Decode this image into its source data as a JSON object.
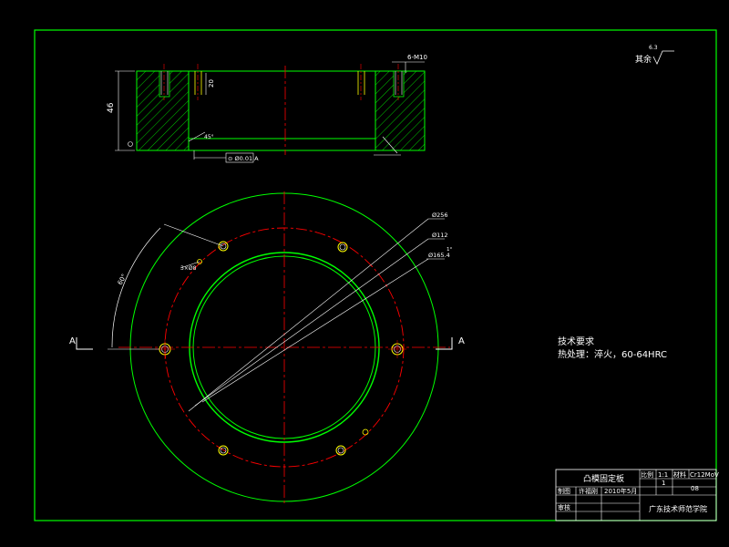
{
  "colors": {
    "background": "#000000",
    "frame": "#00ff00",
    "outline": "#00ff00",
    "centerline": "#ff0000",
    "dimension": "#ffffff",
    "hole": "#ffff00",
    "hatch": "#00ff00"
  },
  "roughness": {
    "value": "6.3",
    "label": "其余"
  },
  "section_labels": {
    "left": "A",
    "right": "A"
  },
  "section_dims": {
    "thread_top": "6-M10",
    "height": "46",
    "depth": "20",
    "tolerance": "⊙ Ø0.01 A",
    "chamfer": "45°"
  },
  "plan_dims": {
    "d_outer": "Ø256",
    "d_mid": "Ø112",
    "bore": "Ø165.4",
    "hole_callout": "3×Ø8",
    "angle_arc": "60°",
    "small_angle": "1°"
  },
  "tech_notes": {
    "title": "技术要求",
    "line1": "热处理：淬火，60-64HRC"
  },
  "title_block": {
    "part_name": "凸模固定板",
    "scale_label": "比例",
    "scale_value": "1:1",
    "material_label": "材料",
    "material_value": "Cr12MoV",
    "qty_value": "1",
    "drawing_no": "08",
    "designer_label": "制图",
    "designer_name": "许福刚",
    "date": "2010年5月",
    "checker_label": "审核",
    "school": "广东技术师范学院"
  }
}
